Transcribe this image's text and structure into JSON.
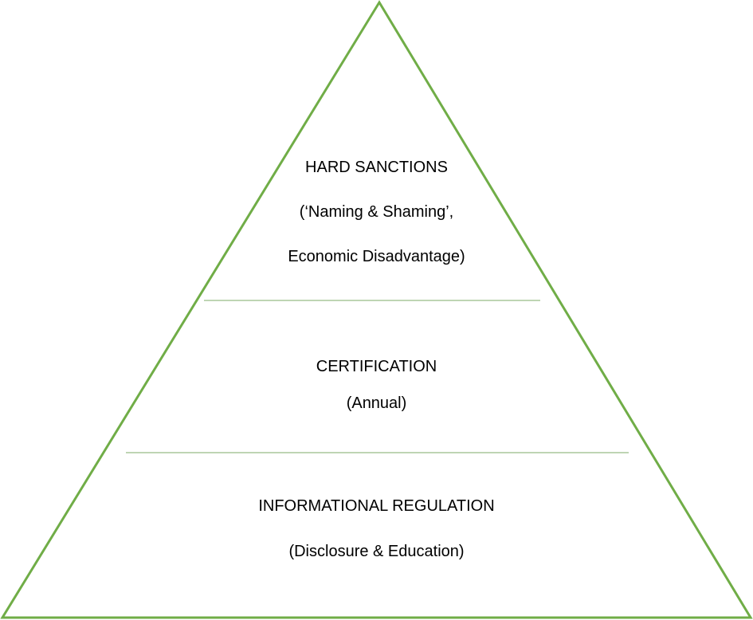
{
  "colors": {
    "outline": "#70AD47",
    "divider": "#A9C79A",
    "text": "#000000",
    "background": "#FFFFFF"
  },
  "pyramid": {
    "tiers": [
      {
        "title": "HARD SANCTIONS",
        "subtitle_line1": "(‘Naming & Shaming’,",
        "subtitle_line2": "Economic Disadvantage)"
      },
      {
        "title": "CERTIFICATION",
        "subtitle_line1": "(Annual)"
      },
      {
        "title": "INFORMATIONAL REGULATION",
        "subtitle_line1": "(Disclosure & Education)"
      }
    ]
  }
}
